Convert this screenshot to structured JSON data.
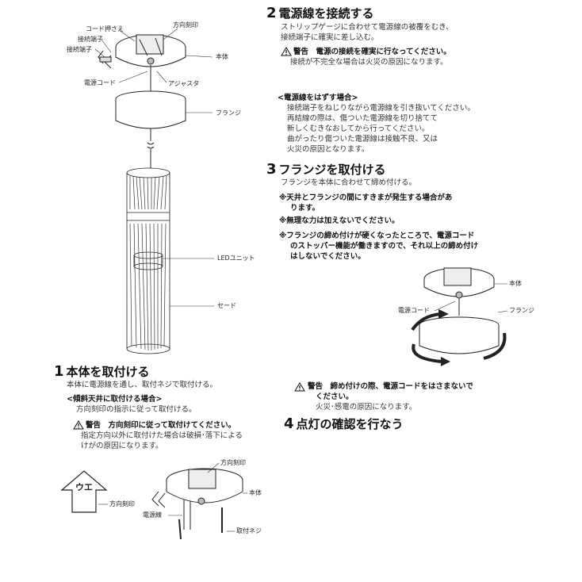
{
  "top_diagram": {
    "cord_clamp": "コード押さえ",
    "direction_mark": "方向刻印",
    "terminal_1": "接続端子",
    "terminal_2": "接続端子",
    "body": "本体",
    "power_cord": "電源コード",
    "adjuster": "アジャスタ",
    "flange": "フランジ",
    "led_unit": "LEDユニット",
    "shade": "セード"
  },
  "step1": {
    "num": "1",
    "title": "本体を取付ける",
    "line1": "本体に電源線を通し、取付ネジで取付ける。",
    "sub_title": "<傾斜天井に取付ける場合>",
    "sub_line": "方向刻印の指示に従って取付ける。",
    "warn_label": "警告　方向刻印に従って取付けてください。",
    "warn_line1": "指定方向以外に取付けた場合は破損･落下による",
    "warn_line2": "けがの原因になります。",
    "diagram": {
      "arrow_text": "ウエ",
      "direction_mark_a": "方向刻印",
      "direction_mark_b": "方向刻印",
      "body": "本体",
      "power_line": "電源線",
      "mounting_screw": "取付ネジ"
    }
  },
  "step2": {
    "num": "2",
    "title": "電源線を接続する",
    "line1": "ストリップゲージに合わせて電源線の被覆をむき、",
    "line2": "接続端子に確実に差し込む。",
    "warn_label": "警告　電源の接続を確実に行なってください。",
    "warn_line": "接続が不完全な場合は火災の原因になります。",
    "remove_title": "<電源線をはずす場合>",
    "remove_lines": [
      "接続端子をねじりながら電源線を引き抜いてください。",
      "再結線の際は、傷ついた電源線を切り捨てて",
      "新しくむきなおしてから行ってください。",
      "曲がったり傷ついた電源線は接触不良、又は",
      "火災の原因となります。"
    ]
  },
  "step3": {
    "num": "3",
    "title": "フランジを取付ける",
    "line1": "フランジを本体に合わせて締め付ける。",
    "notes": [
      "※天井とフランジの間にすきまが発生する場合があ",
      "ります。",
      "※無理な力は加えないでください。",
      "※フランジの締め付けが硬くなったところで、電源コード",
      "のストッパー機能が働きますので、それ以上の締め付け",
      "はしないでください。"
    ],
    "diagram": {
      "body": "本体",
      "power_cord": "電源コード",
      "flange": "フランジ"
    },
    "warn_label": "警告　締め付けの際、電源コードをはさまないで",
    "warn_label2": "ください。",
    "warn_line": "火災･感電の原因になります。"
  },
  "step4": {
    "num": "4",
    "title": "点灯の確認を行なう"
  }
}
